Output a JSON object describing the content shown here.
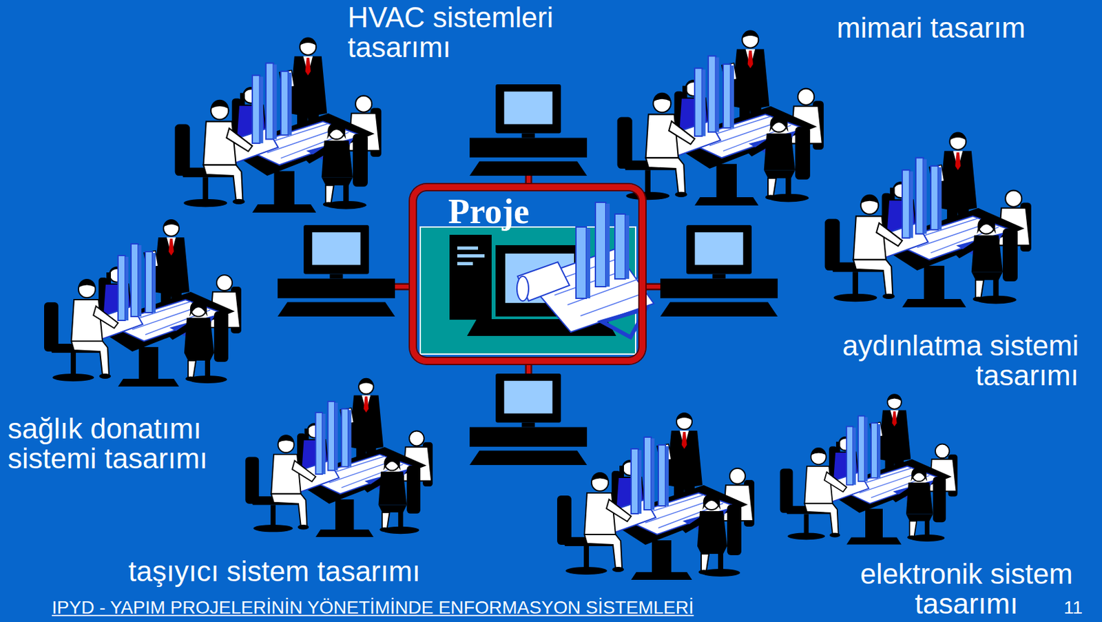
{
  "diagram": {
    "nodes": [
      {
        "text": [
          "Proje"
        ]
      }
    ],
    "labels": [
      "HVAC sistemleri tasarımı",
      "mimari tasarım",
      "aydınlatma sistemi tasarımı",
      "sağlık donatımı sistemi tasarımı",
      "taşıyıcı sistem tasarımı",
      "elektronik sistem tasarımı",
      "IPYD - YAPIM PROJELERİNİN YÖNETİMİNDE ENFORMASYON SİSTEMLERİ",
      "11"
    ]
  }
}
